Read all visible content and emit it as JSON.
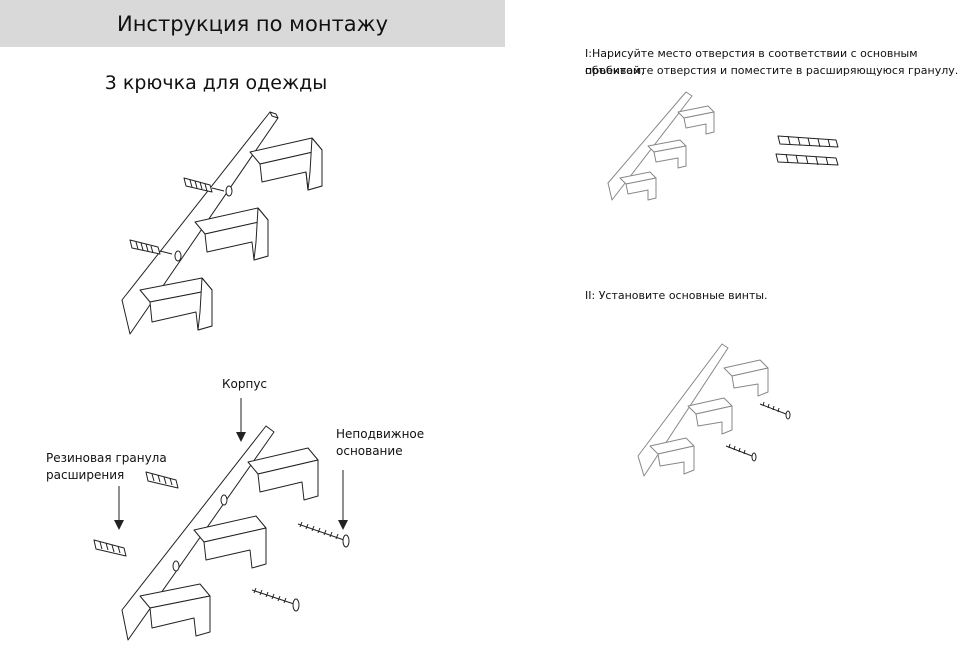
{
  "header": {
    "title": "Инструкция по монтажу"
  },
  "subtitle": "3 крючка для одежды",
  "labels": {
    "body": "Корпус",
    "anchor_line1": "Резиновая гранула",
    "anchor_line2": "расширения",
    "base_line1": "Неподвижное",
    "base_line2": "основание"
  },
  "steps": {
    "step1_line1": "I:Нарисуйте место отверстия в соответствии с основным объектом,",
    "step1_line2": "пробивайте отверстия и поместите в расширяющуюся гранулу.",
    "step2": "II: Установите основные винты."
  }
}
